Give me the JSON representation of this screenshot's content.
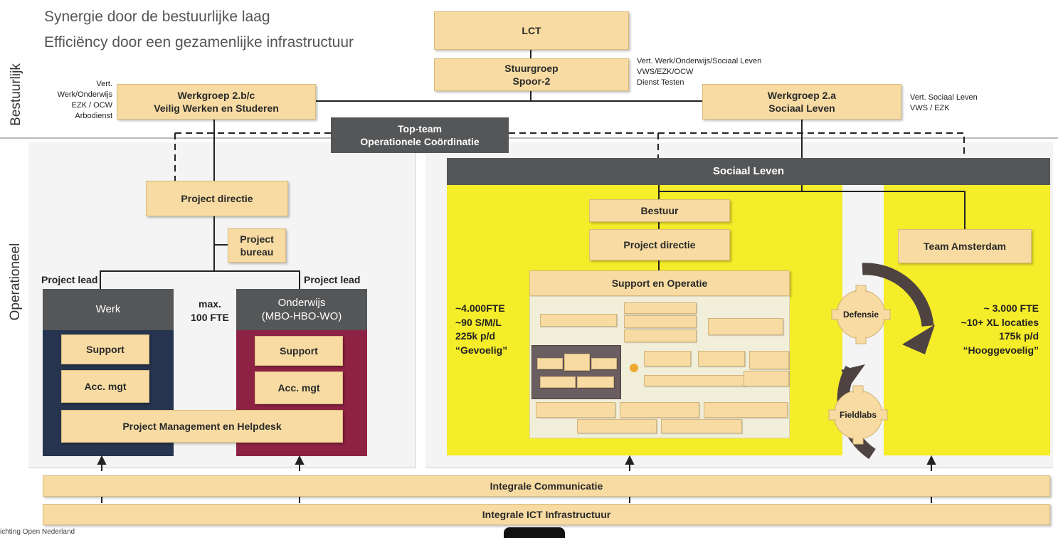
{
  "header": {
    "line1": "Synergie door de bestuurlijke laag",
    "line2": "Efficiëncy door een gezamenlijke infrastructuur"
  },
  "side_labels": {
    "top": "Bestuurlijk",
    "bottom": "Operationeel"
  },
  "governance": {
    "lct": "LCT",
    "stuurgroep": "Stuurgroep\nSpoor-2",
    "stuurgroep_note": "Vert. Werk/Onderwijs/Sociaal Leven\nVWS/EZK/OCW\nDienst Testen",
    "wg_bc": "Werkgroep 2.b/c\nVeilig Werken en Studeren",
    "wg_bc_note": "Vert.\nWerk/Onderwijs\nEZK / OCW\nArbodienst",
    "wg_a": "Werkgroep 2.a\nSociaal Leven",
    "wg_a_note": "Vert. Sociaal Leven\nVWS / EZK",
    "top_team": "Top-team\nOperationele Coördinatie"
  },
  "left": {
    "project_directie": "Project directie",
    "project_bureau": "Project\nbureau",
    "project_lead_left": "Project lead",
    "project_lead_right": "Project lead",
    "werk": "Werk",
    "onderwijs": "Onderwijs\n(MBO-HBO-WO)",
    "max_fte": "max.\n100 FTE",
    "support": "Support",
    "acc_mgt": "Acc. mgt",
    "pm_helpdesk": "Project Management en Helpdesk"
  },
  "right": {
    "sociaal_leven": "Sociaal Leven",
    "bestuur": "Bestuur",
    "project_directie": "Project directie",
    "team_amsterdam": "Team Amsterdam",
    "support_operatie": "Support en Operatie",
    "stats_left": "~4.000FTE\n~90 S/M/L\n225k p/d\n“Gevoelig”",
    "stats_right": "~ 3.000 FTE\n~10+ XL locaties\n175k p/d\n“Hooggevoelig”",
    "defensie": "Defensie",
    "fieldlabs": "Fieldlabs"
  },
  "bottom": {
    "communicatie": "Integrale Communicatie",
    "ict": "Integrale ICT Infrastructuur"
  },
  "footer": {
    "source": "ichting Open Nederland"
  },
  "colors": {
    "box": "#f7dba2",
    "dark": "#555657",
    "werk_bg": "#26344f",
    "onderwijs_bg": "#8e2244",
    "yellow": "#f5ec2a",
    "arrow": "#4e4341"
  }
}
